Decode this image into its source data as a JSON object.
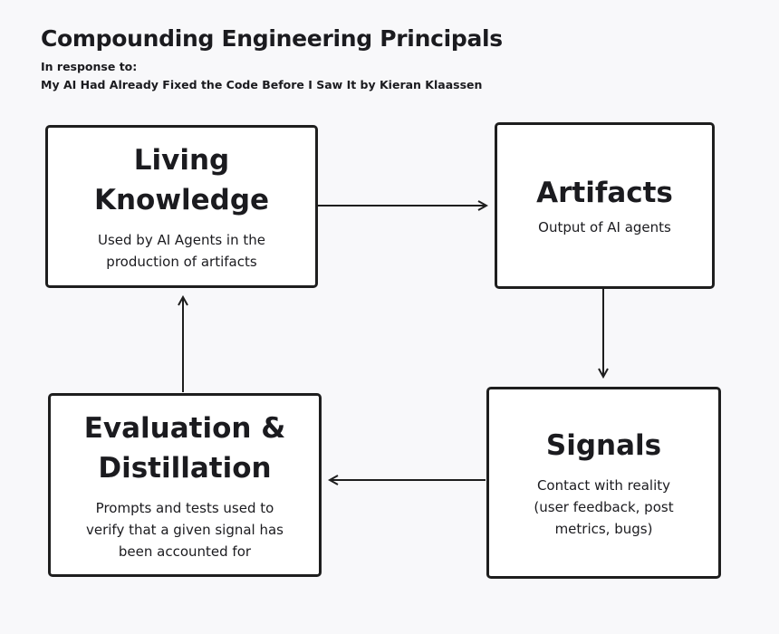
{
  "title": "Compounding Engineering Principals",
  "subtitle_line1": "In response to:",
  "subtitle_line2": "My AI Had Already Fixed the Code Before I Saw It by Kieran Klaassen",
  "nodes": {
    "living_knowledge": {
      "title_line1": "Living",
      "title_line2": "Knowledge",
      "desc_line1": "Used by AI Agents in the",
      "desc_line2": "production of artifacts"
    },
    "artifacts": {
      "title": "Artifacts",
      "desc": "Output of AI agents"
    },
    "signals": {
      "title": "Signals",
      "desc_line1": "Contact with reality",
      "desc_line2": "(user feedback, post",
      "desc_line3": "metrics, bugs)"
    },
    "evaluation": {
      "title_line1": "Evaluation &",
      "title_line2": "Distillation",
      "desc_line1": "Prompts and tests used to",
      "desc_line2": "verify that a given signal has",
      "desc_line3": "been accounted for"
    }
  },
  "edges": [
    {
      "from": "living_knowledge",
      "to": "artifacts"
    },
    {
      "from": "artifacts",
      "to": "signals"
    },
    {
      "from": "signals",
      "to": "evaluation"
    },
    {
      "from": "evaluation",
      "to": "living_knowledge"
    }
  ]
}
